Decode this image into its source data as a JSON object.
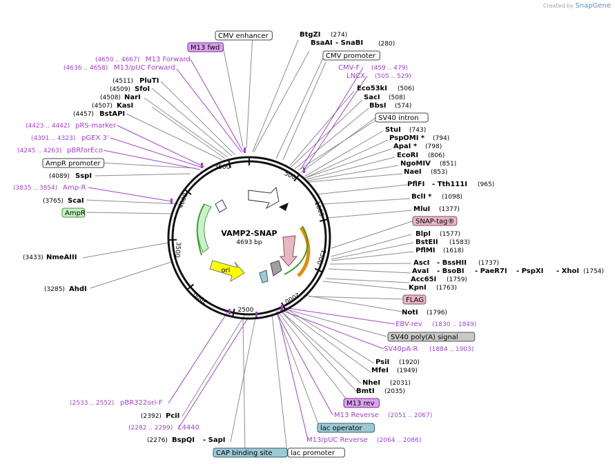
{
  "watermark": {
    "prefix": "Created by",
    "brand": "SnapGene"
  },
  "plasmid": {
    "name": "VAMP2-SNAP",
    "length_text": "4693 bp"
  },
  "ticks": [
    "500",
    "1000",
    "1500",
    "2000",
    "2500",
    "3000",
    "3500",
    "4000",
    "3500"
  ],
  "enzymes": [
    {
      "name": "BtgZI",
      "pos": "(274)"
    },
    {
      "name": "BsaAI",
      "pos": ""
    },
    {
      "name": "- SnaBI",
      "pos": "(280)"
    },
    {
      "name": "Eco53kI",
      "pos": "(506)"
    },
    {
      "name": "SacI",
      "pos": "(508)"
    },
    {
      "name": "BbsI",
      "pos": "(574)"
    },
    {
      "name": "StuI",
      "pos": "(743)"
    },
    {
      "name": "PspOMI *",
      "pos": "(794)"
    },
    {
      "name": "ApaI *",
      "pos": "(798)"
    },
    {
      "name": "EcoRI",
      "pos": "(806)"
    },
    {
      "name": "NgoMIV",
      "pos": "(851)"
    },
    {
      "name": "NaeI",
      "pos": "(853)"
    },
    {
      "name": "PflFI",
      "pos": ""
    },
    {
      "name": "- Tth111I",
      "pos": "(965)"
    },
    {
      "name": "BclI *",
      "pos": "(1098)"
    },
    {
      "name": "MluI",
      "pos": "(1377)"
    },
    {
      "name": "BlpI",
      "pos": "(1577)"
    },
    {
      "name": "BstEII",
      "pos": "(1583)"
    },
    {
      "name": "PflMI",
      "pos": "(1618)"
    },
    {
      "name": "AscI",
      "pos": ""
    },
    {
      "name": "- BssHII",
      "pos": "(1737)"
    },
    {
      "name": "AvaI",
      "pos": ""
    },
    {
      "name": "- BsoBI",
      "pos": ""
    },
    {
      "name": "- PaeR7I",
      "pos": ""
    },
    {
      "name": "- PspXI",
      "pos": ""
    },
    {
      "name": "- XhoI",
      "pos": "(1754)"
    },
    {
      "name": "Acc65I",
      "pos": "(1759)"
    },
    {
      "name": "KpnI",
      "pos": "(1763)"
    },
    {
      "name": "NotI",
      "pos": "(1796)"
    },
    {
      "name": "PsiI",
      "pos": "(1920)"
    },
    {
      "name": "MfeI",
      "pos": "(1949)"
    },
    {
      "name": "NheI",
      "pos": "(2031)"
    },
    {
      "name": "BmtI",
      "pos": "(2035)"
    },
    {
      "name": "PluTI",
      "pos": "(4511)"
    },
    {
      "name": "SfoI",
      "pos": "(4509)"
    },
    {
      "name": "NarI",
      "pos": "(4508)"
    },
    {
      "name": "KasI",
      "pos": "(4507)"
    },
    {
      "name": "BstAPI",
      "pos": "(4457)"
    },
    {
      "name": "SspI",
      "pos": "(4089)"
    },
    {
      "name": "ScaI",
      "pos": "(3765)"
    },
    {
      "name": "NmeAIII",
      "pos": "(3433)"
    },
    {
      "name": "AhdI",
      "pos": "(3285)"
    },
    {
      "name": "PciI",
      "pos": "(2392)"
    },
    {
      "name": "BspQI",
      "pos": "(2276)"
    },
    {
      "name": "- SapI",
      "pos": ""
    }
  ],
  "primers": [
    {
      "name": "M13 Forward",
      "range": "(4650 .. 4667)"
    },
    {
      "name": "M13/pUC Forward",
      "range": "(4636 .. 4658)"
    },
    {
      "name": "pRS-marker",
      "range": "(4423 .. 4442)"
    },
    {
      "name": "pGEX 3'",
      "range": "(4301 .. 4323)"
    },
    {
      "name": "pBRforEco",
      "range": "(4245 .. 4263)"
    },
    {
      "name": "Amp-R",
      "range": "(3835 .. 3854)"
    },
    {
      "name": "CMV-F",
      "range": "(459 .. 479)"
    },
    {
      "name": "LNCX",
      "range": "(505 .. 529)"
    },
    {
      "name": "EBV-rev",
      "range": "(1830 .. 1849)"
    },
    {
      "name": "SV40pA-R",
      "range": "(1884 .. 1903)"
    },
    {
      "name": "M13 Reverse",
      "range": "(2051 .. 2067)"
    },
    {
      "name": "M13/pUC Reverse",
      "range": "(2064 .. 2086)"
    },
    {
      "name": "pBR322ori-F",
      "range": "(2533 .. 2552)"
    },
    {
      "name": "L4440",
      "range": "(2282 .. 2299)"
    }
  ],
  "features": [
    {
      "name": "CMV enhancer",
      "style": "white"
    },
    {
      "name": "M13 fwd",
      "style": "violet"
    },
    {
      "name": "CMV promoter",
      "style": "white"
    },
    {
      "name": "SV40 intron",
      "style": "white"
    },
    {
      "name": "SNAP-tag®",
      "style": "pink"
    },
    {
      "name": "FLAG",
      "style": "pink"
    },
    {
      "name": "SV40 poly(A) signal",
      "style": "gray"
    },
    {
      "name": "M13 rev",
      "style": "violet"
    },
    {
      "name": "lac operator",
      "style": "teal"
    },
    {
      "name": "lac promoter",
      "style": "white"
    },
    {
      "name": "CAP binding site",
      "style": "teal"
    },
    {
      "name": "AmpR promoter",
      "style": "white"
    },
    {
      "name": "AmpR",
      "style": "green"
    },
    {
      "name": "ori",
      "style": "yellow"
    }
  ],
  "colors": {
    "violet_fill": "#d9a3ef",
    "violet_stroke": "#7a2a9a",
    "pink_fill": "#e8b7c4",
    "pink_stroke": "#8b4b5e",
    "gray_fill": "#c8c8c8",
    "gray_stroke": "#555555",
    "teal_fill": "#9dc9d4",
    "teal_stroke": "#2b5f6b",
    "green_fill": "#c9f2c9",
    "green_stroke": "#3a9a3a",
    "yellow_fill": "#ffff00",
    "white_fill": "#ffffff",
    "primer_purple": "#a13fd3"
  }
}
